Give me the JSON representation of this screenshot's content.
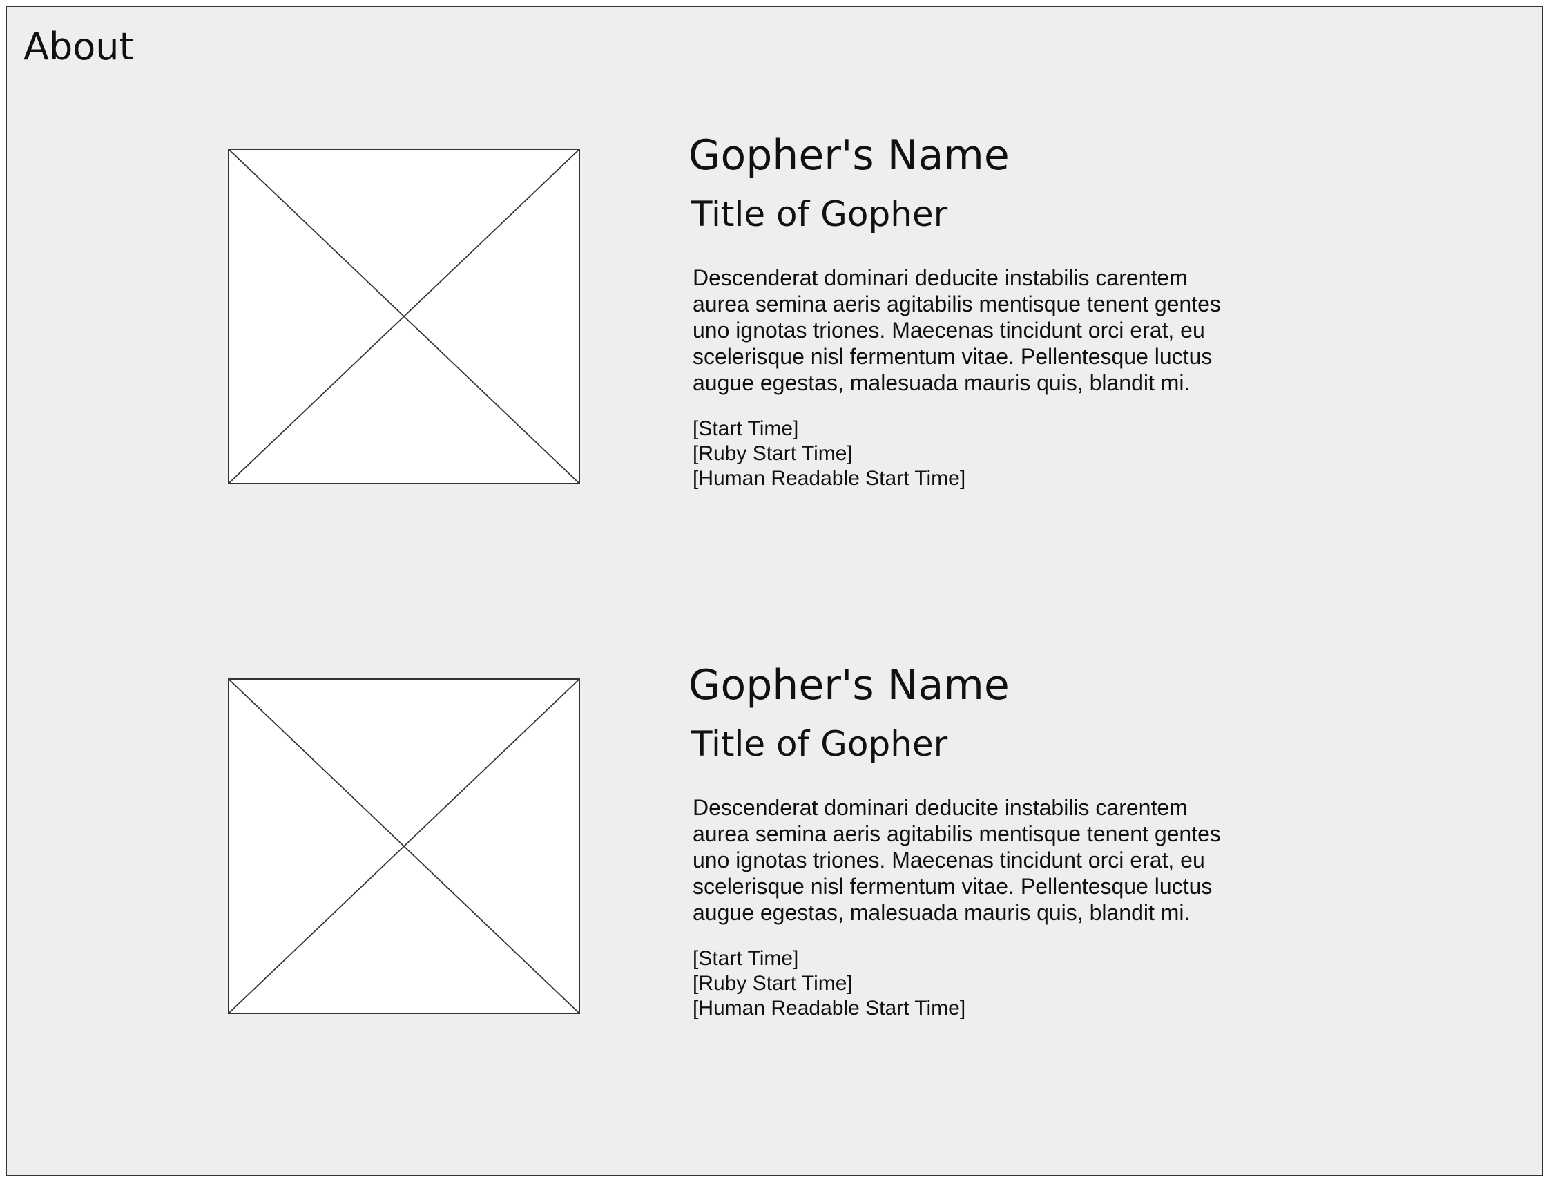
{
  "page": {
    "title": "About"
  },
  "profiles": [
    {
      "name": "Gopher's Name",
      "title": "Title of Gopher",
      "bio": "Descenderat  dominari deducite instabilis carentem\naurea semina aeris agitabilis mentisque tenent gentes\nuno ignotas triones.  Maecenas tincidunt orci erat, eu\nscelerisque nisl fermentum vitae. Pellentesque luctus\naugue egestas, malesuada mauris quis, blandit mi.",
      "start_time": "[Start Time]",
      "ruby_start_time": "[Ruby Start Time]",
      "human_start_time": "[Human Readable Start Time]"
    },
    {
      "name": "Gopher's Name",
      "title": "Title of Gopher",
      "bio": "Descenderat  dominari deducite instabilis carentem\naurea semina aeris agitabilis mentisque tenent gentes\nuno ignotas triones.  Maecenas tincidunt orci erat, eu\nscelerisque nisl fermentum vitae. Pellentesque luctus\naugue egestas, malesuada mauris quis, blandit mi.",
      "start_time": "[Start Time]",
      "ruby_start_time": "[Ruby Start Time]",
      "human_start_time": "[Human Readable Start Time]"
    }
  ],
  "colors": {
    "background": "#eeeeee",
    "placeholder_fill": "#ffffff",
    "stroke": "#333333",
    "text": "#111111"
  },
  "icons": {
    "image_placeholder": "image-placeholder-icon"
  }
}
